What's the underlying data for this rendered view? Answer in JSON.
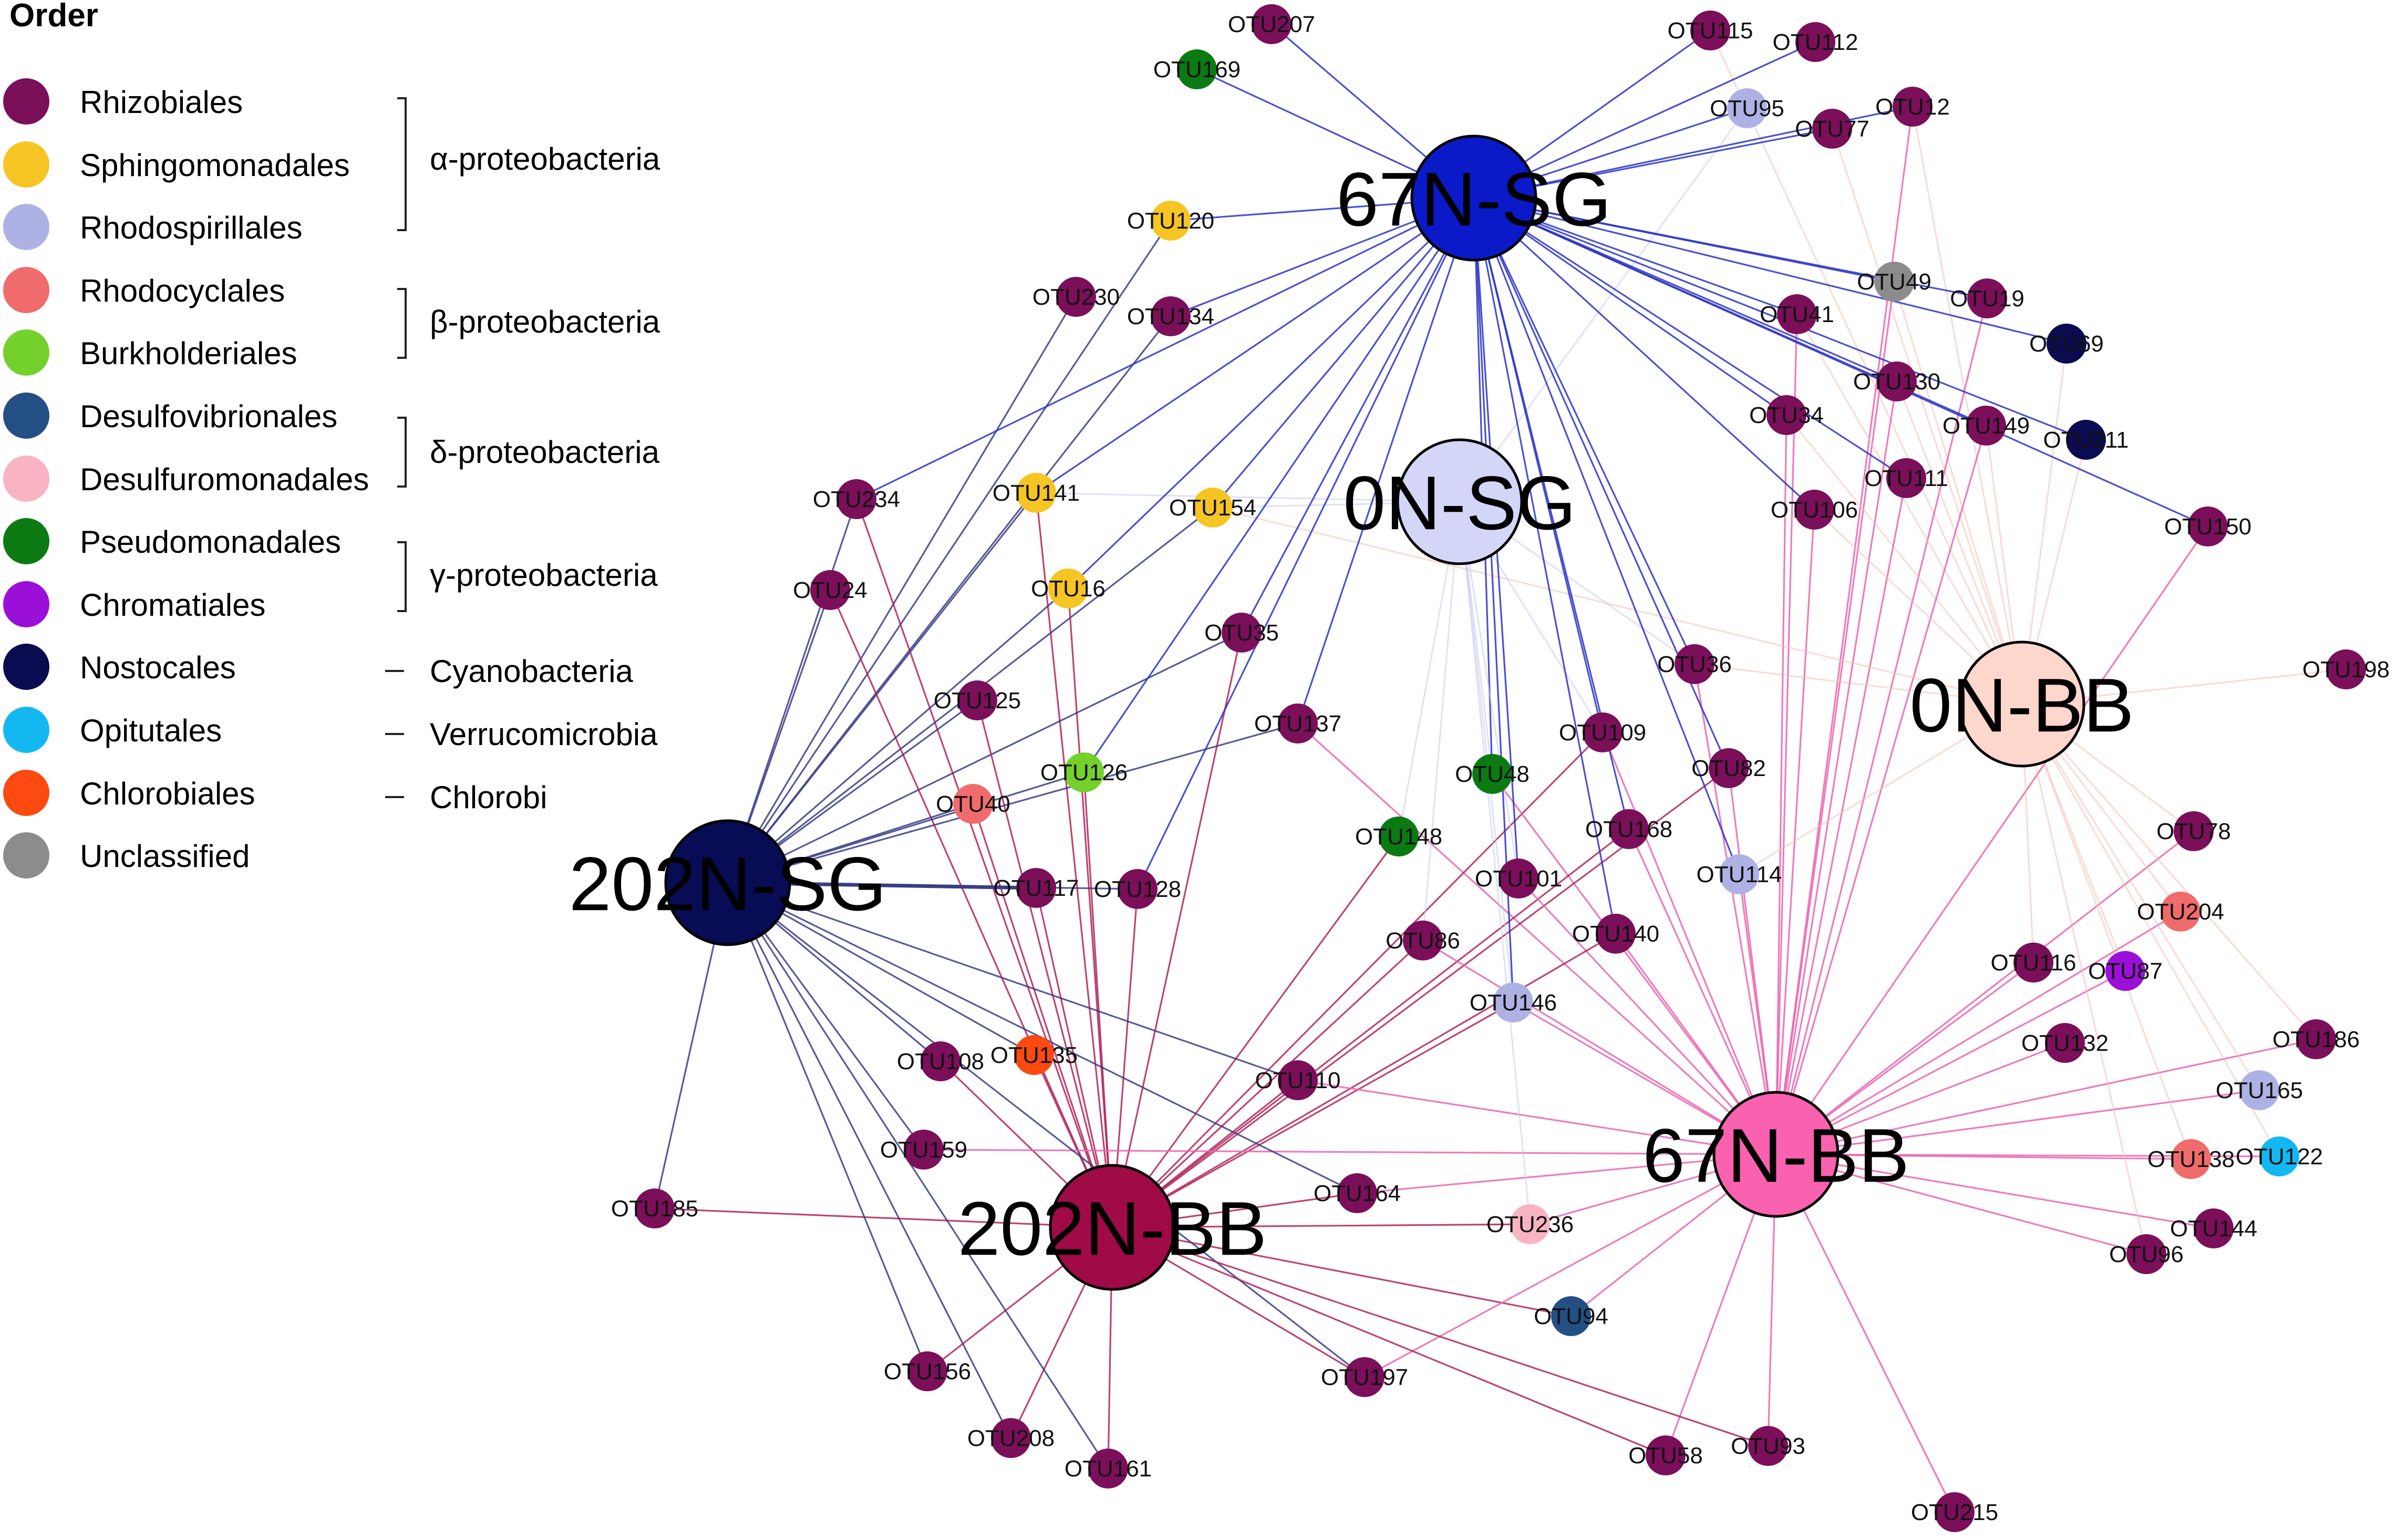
{
  "legend": {
    "title": "Order",
    "items": [
      {
        "label": "Rhizobiales",
        "color": "#7b0f5a"
      },
      {
        "label": "Sphingomonadales",
        "color": "#f6c524"
      },
      {
        "label": "Rhodospirillales",
        "color": "#aeb1e4"
      },
      {
        "label": "Rhodocyclales",
        "color": "#f06c6c"
      },
      {
        "label": "Burkholderiales",
        "color": "#74d12c"
      },
      {
        "label": "Desulfovibrionales",
        "color": "#244f84"
      },
      {
        "label": "Desulfuromonadales",
        "color": "#f8b4c3"
      },
      {
        "label": "Pseudomonadales",
        "color": "#0b7a13"
      },
      {
        "label": "Chromatiales",
        "color": "#9b10d8"
      },
      {
        "label": "Nostocales",
        "color": "#0a0b50"
      },
      {
        "label": "Opitutales",
        "color": "#13b8f2"
      },
      {
        "label": "Chlorobiales",
        "color": "#fc4a10"
      },
      {
        "label": "Unclassified",
        "color": "#8c8c8c"
      }
    ],
    "groups": [
      {
        "label": "α-proteobacteria",
        "kind": "bracket"
      },
      {
        "label": "β-proteobacteria",
        "kind": "bracket"
      },
      {
        "label": "δ-proteobacteria",
        "kind": "bracket"
      },
      {
        "label": "γ-proteobacteria",
        "kind": "bracket"
      },
      {
        "label": "Cyanobacteria",
        "kind": "dash"
      },
      {
        "label": "Verrucomicrobia",
        "kind": "dash"
      },
      {
        "label": "Chlorobi",
        "kind": "dash"
      }
    ]
  },
  "network": {
    "hubs": [
      {
        "id": "67N-SG",
        "label": "67N-SG",
        "color": "#0a1ac8",
        "edge_color": "#2a33c6"
      },
      {
        "id": "0N-SG",
        "label": "0N-SG",
        "color": "#d4d6f7",
        "edge_color": "#c5c8ee"
      },
      {
        "id": "0N-BB",
        "label": "0N-BB",
        "color": "#fdd6cc",
        "edge_color": "#f3bdae"
      },
      {
        "id": "202N-SG",
        "label": "202N-SG",
        "color": "#080c55",
        "edge_color": "#3a3d85"
      },
      {
        "id": "67N-BB",
        "label": "67N-BB",
        "color": "#fa61ae",
        "edge_color": "#ea64b0"
      },
      {
        "id": "202N-BB",
        "label": "202N-BB",
        "color": "#a00a47",
        "edge_color": "#b0245c"
      }
    ],
    "otus": [
      {
        "label": "OTU207",
        "order": 0,
        "hubs": [
          "67N-SG"
        ]
      },
      {
        "label": "OTU169",
        "order": 7,
        "hubs": [
          "67N-SG"
        ]
      },
      {
        "label": "OTU115",
        "order": 0,
        "hubs": [
          "67N-SG",
          "0N-BB"
        ]
      },
      {
        "label": "OTU112",
        "order": 0,
        "hubs": [
          "67N-SG"
        ]
      },
      {
        "label": "OTU95",
        "order": 2,
        "hubs": [
          "67N-SG",
          "0N-SG"
        ]
      },
      {
        "label": "OTU77",
        "order": 0,
        "hubs": [
          "67N-SG",
          "0N-BB"
        ]
      },
      {
        "label": "OTU12",
        "order": 0,
        "hubs": [
          "67N-SG",
          "0N-BB",
          "67N-BB"
        ]
      },
      {
        "label": "OTU120",
        "order": 1,
        "hubs": [
          "67N-SG",
          "202N-SG"
        ]
      },
      {
        "label": "OTU230",
        "order": 0,
        "hubs": [
          "202N-SG"
        ]
      },
      {
        "label": "OTU134",
        "order": 0,
        "hubs": [
          "67N-SG",
          "202N-SG"
        ]
      },
      {
        "label": "OTU49",
        "order": 12,
        "hubs": [
          "67N-SG",
          "0N-BB",
          "67N-BB"
        ]
      },
      {
        "label": "OTU19",
        "order": 0,
        "hubs": [
          "67N-SG",
          "67N-BB"
        ]
      },
      {
        "label": "OTU41",
        "order": 0,
        "hubs": [
          "67N-SG",
          "0N-BB",
          "67N-BB"
        ]
      },
      {
        "label": "OTU69",
        "order": 9,
        "hubs": [
          "67N-SG",
          "0N-BB"
        ]
      },
      {
        "label": "OTU130",
        "order": 0,
        "hubs": [
          "67N-SG",
          "0N-BB",
          "67N-BB"
        ]
      },
      {
        "label": "OTU34",
        "order": 0,
        "hubs": [
          "67N-SG",
          "0N-BB",
          "67N-BB"
        ]
      },
      {
        "label": "OTU149",
        "order": 0,
        "hubs": [
          "67N-SG",
          "0N-BB",
          "67N-BB"
        ]
      },
      {
        "label": "OTU211",
        "order": 9,
        "hubs": [
          "67N-SG",
          "0N-BB"
        ]
      },
      {
        "label": "OTU111",
        "order": 0,
        "hubs": [
          "67N-SG",
          "67N-BB"
        ]
      },
      {
        "label": "OTU106",
        "order": 0,
        "hubs": [
          "67N-SG",
          "0N-BB",
          "67N-BB"
        ]
      },
      {
        "label": "OTU150",
        "order": 0,
        "hubs": [
          "67N-SG",
          "67N-BB"
        ]
      },
      {
        "label": "OTU234",
        "order": 0,
        "hubs": [
          "67N-SG",
          "202N-SG",
          "202N-BB"
        ]
      },
      {
        "label": "OTU141",
        "order": 1,
        "hubs": [
          "67N-SG",
          "0N-SG",
          "202N-SG",
          "202N-BB"
        ]
      },
      {
        "label": "OTU154",
        "order": 1,
        "hubs": [
          "67N-SG",
          "0N-SG",
          "202N-SG",
          "0N-BB"
        ]
      },
      {
        "label": "OTU24",
        "order": 0,
        "hubs": [
          "202N-SG",
          "202N-BB"
        ]
      },
      {
        "label": "OTU16",
        "order": 1,
        "hubs": [
          "67N-SG",
          "202N-SG",
          "202N-BB"
        ]
      },
      {
        "label": "OTU35",
        "order": 0,
        "hubs": [
          "67N-SG",
          "202N-SG",
          "202N-BB"
        ]
      },
      {
        "label": "OTU198",
        "order": 0,
        "hubs": [
          "0N-BB"
        ]
      },
      {
        "label": "OTU36",
        "order": 0,
        "hubs": [
          "67N-SG",
          "0N-SG",
          "67N-BB",
          "0N-BB"
        ]
      },
      {
        "label": "OTU125",
        "order": 0,
        "hubs": [
          "202N-SG",
          "202N-BB"
        ]
      },
      {
        "label": "OTU137",
        "order": 0,
        "hubs": [
          "67N-SG",
          "202N-SG",
          "67N-BB"
        ]
      },
      {
        "label": "OTU109",
        "order": 0,
        "hubs": [
          "67N-SG",
          "0N-SG",
          "202N-BB",
          "67N-BB"
        ]
      },
      {
        "label": "OTU126",
        "order": 4,
        "hubs": [
          "202N-SG",
          "202N-BB",
          "67N-SG"
        ]
      },
      {
        "label": "OTU48",
        "order": 7,
        "hubs": [
          "0N-SG",
          "67N-SG",
          "67N-BB"
        ]
      },
      {
        "label": "OTU82",
        "order": 0,
        "hubs": [
          "67N-SG",
          "202N-BB",
          "67N-BB"
        ]
      },
      {
        "label": "OTU40",
        "order": 3,
        "hubs": [
          "202N-SG",
          "202N-BB"
        ]
      },
      {
        "label": "OTU148",
        "order": 7,
        "hubs": [
          "0N-SG",
          "202N-BB"
        ]
      },
      {
        "label": "OTU168",
        "order": 0,
        "hubs": [
          "67N-SG",
          "67N-BB",
          "202N-BB"
        ]
      },
      {
        "label": "OTU78",
        "order": 0,
        "hubs": [
          "0N-BB",
          "67N-BB"
        ]
      },
      {
        "label": "OTU101",
        "order": 0,
        "hubs": [
          "0N-SG",
          "67N-SG",
          "67N-BB"
        ]
      },
      {
        "label": "OTU114",
        "order": 2,
        "hubs": [
          "67N-SG",
          "67N-BB",
          "0N-BB"
        ]
      },
      {
        "label": "OTU117",
        "order": 0,
        "hubs": [
          "202N-SG",
          "202N-BB"
        ]
      },
      {
        "label": "OTU128",
        "order": 0,
        "hubs": [
          "202N-SG",
          "202N-BB",
          "67N-SG"
        ]
      },
      {
        "label": "OTU204",
        "order": 3,
        "hubs": [
          "0N-BB",
          "67N-BB"
        ]
      },
      {
        "label": "OTU86",
        "order": 0,
        "hubs": [
          "0N-SG",
          "202N-BB",
          "67N-BB"
        ]
      },
      {
        "label": "OTU140",
        "order": 0,
        "hubs": [
          "67N-SG",
          "202N-BB",
          "67N-BB"
        ]
      },
      {
        "label": "OTU116",
        "order": 0,
        "hubs": [
          "67N-BB",
          "0N-BB"
        ]
      },
      {
        "label": "OTU87",
        "order": 8,
        "hubs": [
          "67N-BB",
          "0N-BB"
        ]
      },
      {
        "label": "OTU146",
        "order": 2,
        "hubs": [
          "0N-SG",
          "67N-SG",
          "202N-BB",
          "67N-BB"
        ]
      },
      {
        "label": "OTU132",
        "order": 0,
        "hubs": [
          "67N-BB"
        ]
      },
      {
        "label": "OTU186",
        "order": 0,
        "hubs": [
          "67N-BB",
          "0N-BB"
        ]
      },
      {
        "label": "OTU108",
        "order": 0,
        "hubs": [
          "202N-SG",
          "202N-BB"
        ]
      },
      {
        "label": "OTU135",
        "order": 11,
        "hubs": [
          "202N-SG",
          "202N-BB"
        ]
      },
      {
        "label": "OTU110",
        "order": 0,
        "hubs": [
          "202N-SG",
          "202N-BB",
          "67N-BB"
        ]
      },
      {
        "label": "OTU165",
        "order": 2,
        "hubs": [
          "67N-BB",
          "0N-BB"
        ]
      },
      {
        "label": "OTU159",
        "order": 0,
        "hubs": [
          "202N-SG",
          "67N-BB"
        ]
      },
      {
        "label": "OTU138",
        "order": 3,
        "hubs": [
          "67N-BB",
          "0N-BB"
        ]
      },
      {
        "label": "OTU122",
        "order": 10,
        "hubs": [
          "67N-BB",
          "0N-BB"
        ]
      },
      {
        "label": "OTU164",
        "order": 0,
        "hubs": [
          "202N-SG",
          "202N-BB",
          "67N-BB"
        ]
      },
      {
        "label": "OTU185",
        "order": 0,
        "hubs": [
          "202N-SG",
          "202N-BB"
        ]
      },
      {
        "label": "OTU236",
        "order": 6,
        "hubs": [
          "202N-BB",
          "67N-BB",
          "0N-SG"
        ]
      },
      {
        "label": "OTU144",
        "order": 0,
        "hubs": [
          "67N-BB"
        ]
      },
      {
        "label": "OTU96",
        "order": 0,
        "hubs": [
          "67N-BB",
          "0N-BB"
        ]
      },
      {
        "label": "OTU94",
        "order": 5,
        "hubs": [
          "202N-BB",
          "67N-BB"
        ]
      },
      {
        "label": "OTU156",
        "order": 0,
        "hubs": [
          "202N-SG",
          "202N-BB"
        ]
      },
      {
        "label": "OTU197",
        "order": 0,
        "hubs": [
          "202N-SG",
          "202N-BB",
          "67N-BB"
        ]
      },
      {
        "label": "OTU208",
        "order": 0,
        "hubs": [
          "202N-SG",
          "202N-BB"
        ]
      },
      {
        "label": "OTU161",
        "order": 0,
        "hubs": [
          "202N-SG",
          "202N-BB"
        ]
      },
      {
        "label": "OTU58",
        "order": 0,
        "hubs": [
          "202N-BB",
          "67N-BB"
        ]
      },
      {
        "label": "OTU93",
        "order": 0,
        "hubs": [
          "202N-BB",
          "67N-BB"
        ]
      },
      {
        "label": "OTU215",
        "order": 0,
        "hubs": [
          "67N-BB"
        ]
      }
    ]
  }
}
